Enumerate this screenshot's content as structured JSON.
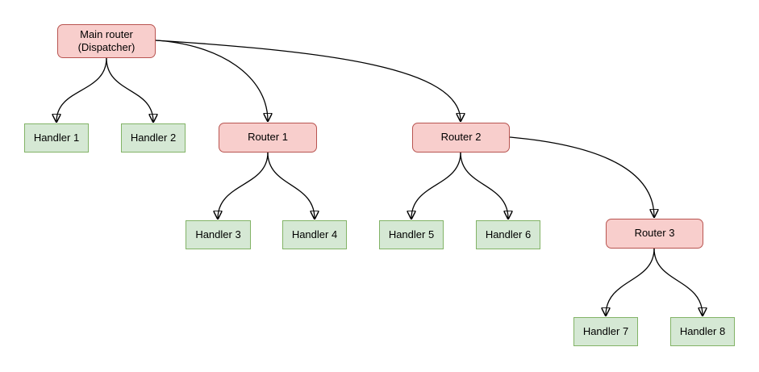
{
  "diagram": {
    "colors": {
      "background": "#ffffff",
      "router_fill": "#f8cecc",
      "router_border": "#b85450",
      "handler_fill": "#d5e8d4",
      "handler_border": "#82b366",
      "edge_stroke": "#000000"
    },
    "nodes": {
      "main_router": {
        "kind": "router",
        "label_line1": "Main router",
        "label_line2": "(Dispatcher)"
      },
      "router1": {
        "kind": "router",
        "label": "Router 1"
      },
      "router2": {
        "kind": "router",
        "label": "Router 2"
      },
      "router3": {
        "kind": "router",
        "label": "Router 3"
      },
      "handler1": {
        "kind": "handler",
        "label": "Handler 1"
      },
      "handler2": {
        "kind": "handler",
        "label": "Handler 2"
      },
      "handler3": {
        "kind": "handler",
        "label": "Handler 3"
      },
      "handler4": {
        "kind": "handler",
        "label": "Handler 4"
      },
      "handler5": {
        "kind": "handler",
        "label": "Handler 5"
      },
      "handler6": {
        "kind": "handler",
        "label": "Handler 6"
      },
      "handler7": {
        "kind": "handler",
        "label": "Handler 7"
      },
      "handler8": {
        "kind": "handler",
        "label": "Handler 8"
      }
    },
    "edges": [
      {
        "from": "main_router",
        "to": "handler1"
      },
      {
        "from": "main_router",
        "to": "handler2"
      },
      {
        "from": "main_router",
        "to": "router1"
      },
      {
        "from": "main_router",
        "to": "router2"
      },
      {
        "from": "router1",
        "to": "handler3"
      },
      {
        "from": "router1",
        "to": "handler4"
      },
      {
        "from": "router2",
        "to": "handler5"
      },
      {
        "from": "router2",
        "to": "handler6"
      },
      {
        "from": "router2",
        "to": "router3"
      },
      {
        "from": "router3",
        "to": "handler7"
      },
      {
        "from": "router3",
        "to": "handler8"
      }
    ]
  }
}
